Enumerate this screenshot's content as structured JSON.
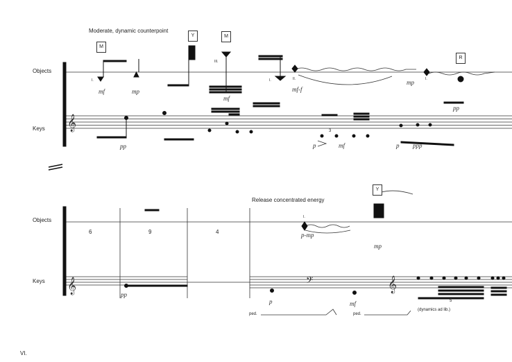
{
  "systems": [
    {
      "tempo": "Moderate, dynamic counterpoint",
      "staff_labels": [
        "Objects",
        "Keys"
      ],
      "object_boxes": [
        "M",
        "Y",
        "M",
        "R"
      ],
      "roman_numerals": [
        "I.",
        "III.",
        "I.",
        "II.",
        "I."
      ],
      "dynamics": [
        "mf",
        "mp",
        "mf",
        "mf-f",
        "mp",
        "pp",
        "pp",
        "p",
        "mf",
        "p",
        "ppp"
      ],
      "tuplet": "3"
    },
    {
      "tempo": "Release concentrated energy",
      "staff_labels": [
        "Objects",
        "Keys"
      ],
      "object_boxes": [
        "Y"
      ],
      "roman_numerals": [
        "I."
      ],
      "bar_numbers": [
        "6",
        "9",
        "4"
      ],
      "dynamics": [
        "pp",
        "p-mp",
        "mp",
        "p",
        "mf"
      ],
      "pedal": [
        "ped.",
        "ped."
      ],
      "note": "(dynamics ad lib.)",
      "tuplet": "5"
    }
  ],
  "page_number": "VI."
}
